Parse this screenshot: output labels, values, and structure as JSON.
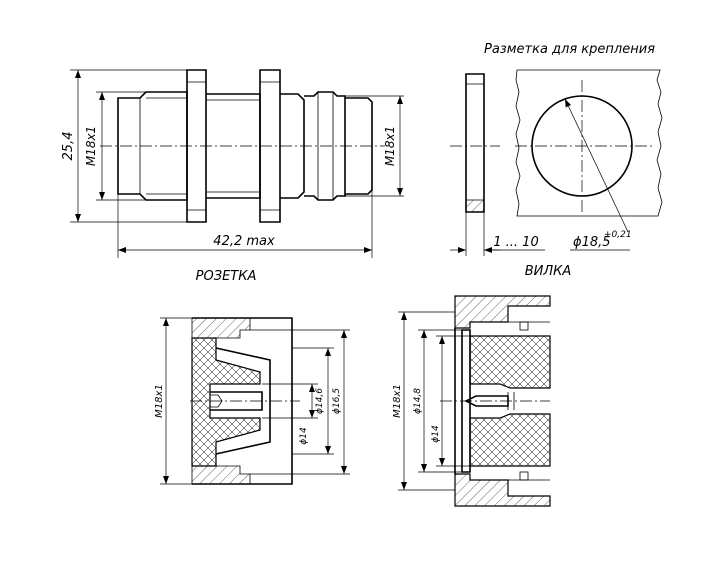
{
  "labels": {
    "mounting_title": "Разметка для крепления",
    "socket_caption": "РОЗЕТКА",
    "plug_caption": "ВИЛКА",
    "socket_thread": "M18x1",
    "socket_height": "25,4",
    "socket_length": "42,2 max",
    "plug_thread": "M18x1",
    "panel_range": "1 ... 10",
    "hole_diameter": "ϕ18,5",
    "hole_tolerance": "+0,21",
    "sec_socket_thread": "M18x1",
    "sec_socket_d14": "ϕ14",
    "sec_socket_d146": "ϕ14,6",
    "sec_socket_d165": "ϕ16,5",
    "sec_plug_thread": "M18x1",
    "sec_plug_d148": "ϕ14,8",
    "sec_plug_d14": "ϕ14"
  }
}
